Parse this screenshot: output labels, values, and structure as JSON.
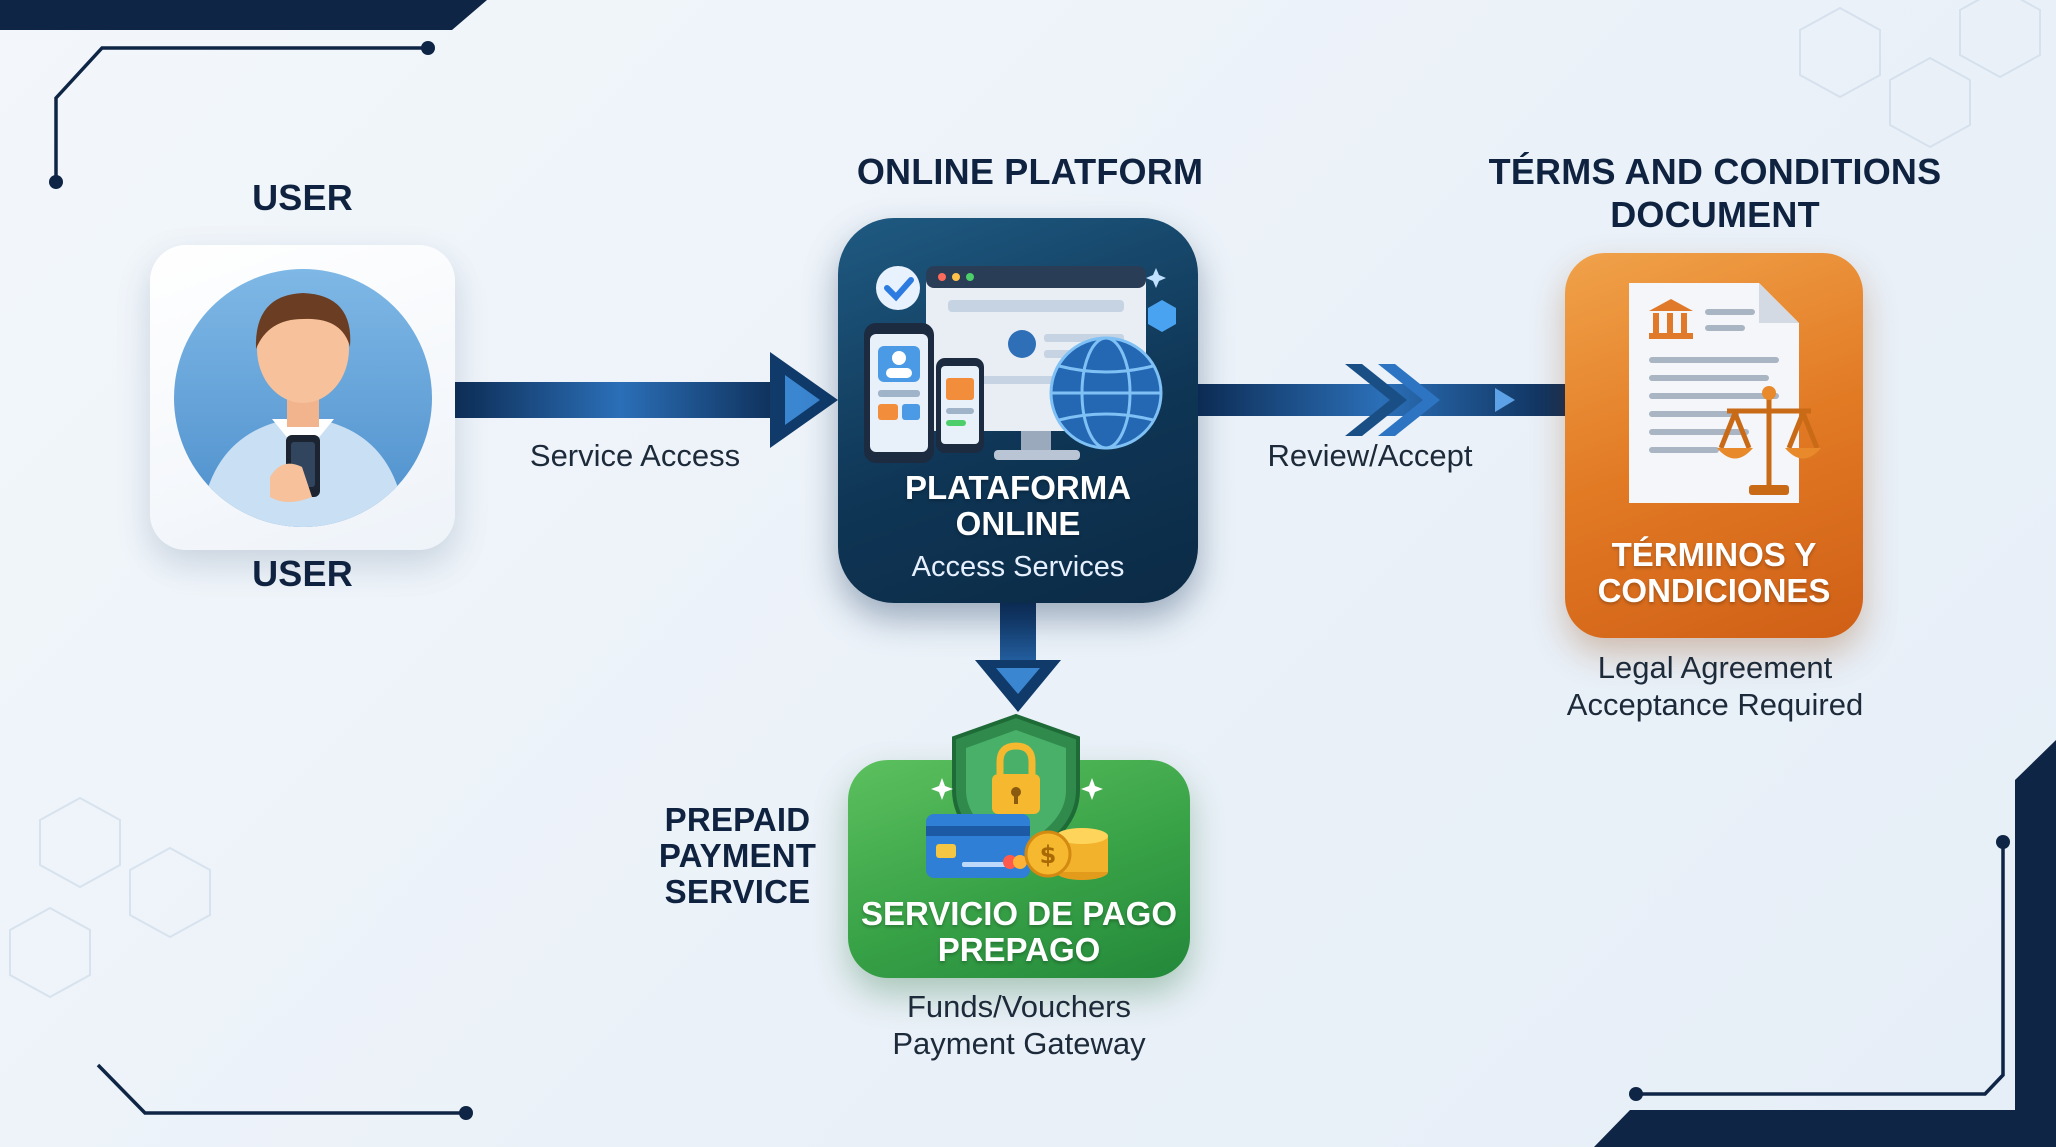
{
  "headings": {
    "user": "USER",
    "platform": "ONLINE PLATFORM",
    "terms_line1": "TÉRMS AND CONDITIONS",
    "terms_line2": "DOCUMENT",
    "prepaid_line1": "PREPAID",
    "prepaid_line2": "PAYMENT",
    "prepaid_line3": "SERVICE"
  },
  "user_card": {
    "label": "USER"
  },
  "platform_card": {
    "title_line1": "PLATAFORMA",
    "title_line2": "ONLINE",
    "subtitle": "Access Services"
  },
  "terms_card": {
    "title_line1": "TÉRMINOS Y",
    "title_line2": "CONDICIONES",
    "caption_line1": "Legal Agreement",
    "caption_line2": "Acceptance Required"
  },
  "payment_card": {
    "title_line1": "SERVICIO DE PAGO",
    "title_line2": "PREPAGO",
    "caption_line1": "Funds/Vouchers",
    "caption_line2": "Payment Gateway"
  },
  "connectors": {
    "user_to_platform": "Service Access",
    "platform_to_terms": "Review/Accept"
  },
  "colors": {
    "navy": "#0f2340",
    "platform": "#0f3656",
    "terms": "#e27a24",
    "payment": "#38a247",
    "arrow": "#1a4f86"
  }
}
